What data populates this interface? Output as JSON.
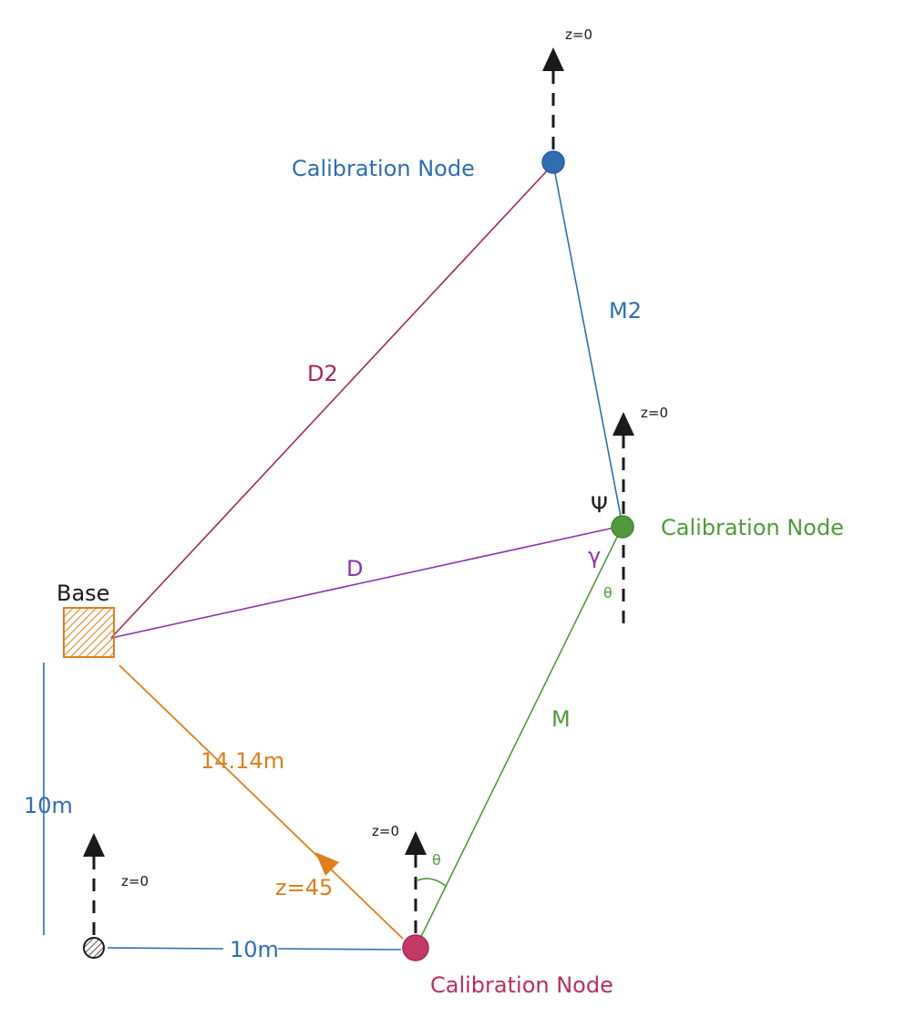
{
  "colors": {
    "blue": "#2f6db5",
    "green": "#4f9a3c",
    "crimson": "#b8305c",
    "purple": "#8a35b0",
    "orange": "#e07d1c",
    "black": "#1a1a1a",
    "dark_red": "#a3285a"
  },
  "nodes": {
    "blue_node": {
      "label": "Calibration Node"
    },
    "green_node": {
      "label": "Calibration Node"
    },
    "red_node": {
      "label": "Calibration Node"
    },
    "base": {
      "label": "Base"
    }
  },
  "edges": {
    "d2": "D2",
    "m2": "M2",
    "d": "D",
    "m": "M",
    "base_to_red": "14.14m",
    "vertical_dim": "10m",
    "horizontal_dim": "10m"
  },
  "angles": {
    "psi": "Ψ",
    "gamma": "γ",
    "theta_top": "θ",
    "theta_bottom": "θ"
  },
  "markers": {
    "z_blue": "z=0",
    "z_green": "z=0",
    "z_red": "z=0",
    "z_origin": "z=0",
    "z_base_arrow": "z=45"
  }
}
